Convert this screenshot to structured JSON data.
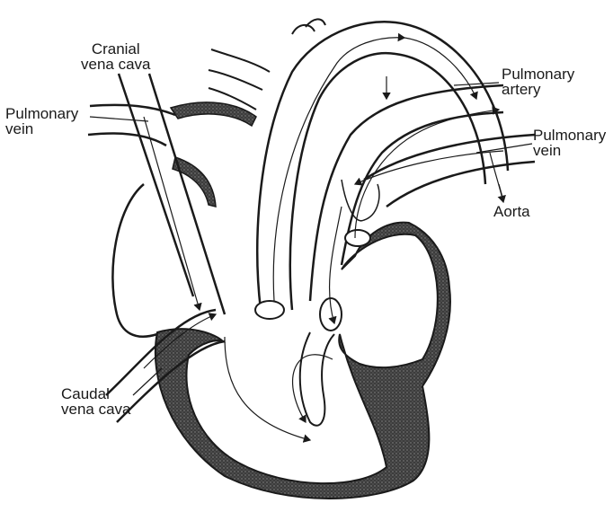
{
  "labels": {
    "cranial_vena_cava": {
      "line1": "Cranial",
      "line2": "vena cava"
    },
    "pulmonary_vein_left": {
      "line1": "Pulmonary",
      "line2": "vein"
    },
    "pulmonary_artery": {
      "line1": "Pulmonary",
      "line2": "artery"
    },
    "pulmonary_vein_right": {
      "line1": "Pulmonary",
      "line2": "vein"
    },
    "aorta": {
      "line1": "Aorta"
    },
    "caudal_vena_cava": {
      "line1": "Caudal",
      "line2": "vena cava"
    }
  },
  "colors": {
    "ink": "#1a1a1a",
    "muscle_fill": "#4a4a4a",
    "background": "#ffffff"
  }
}
